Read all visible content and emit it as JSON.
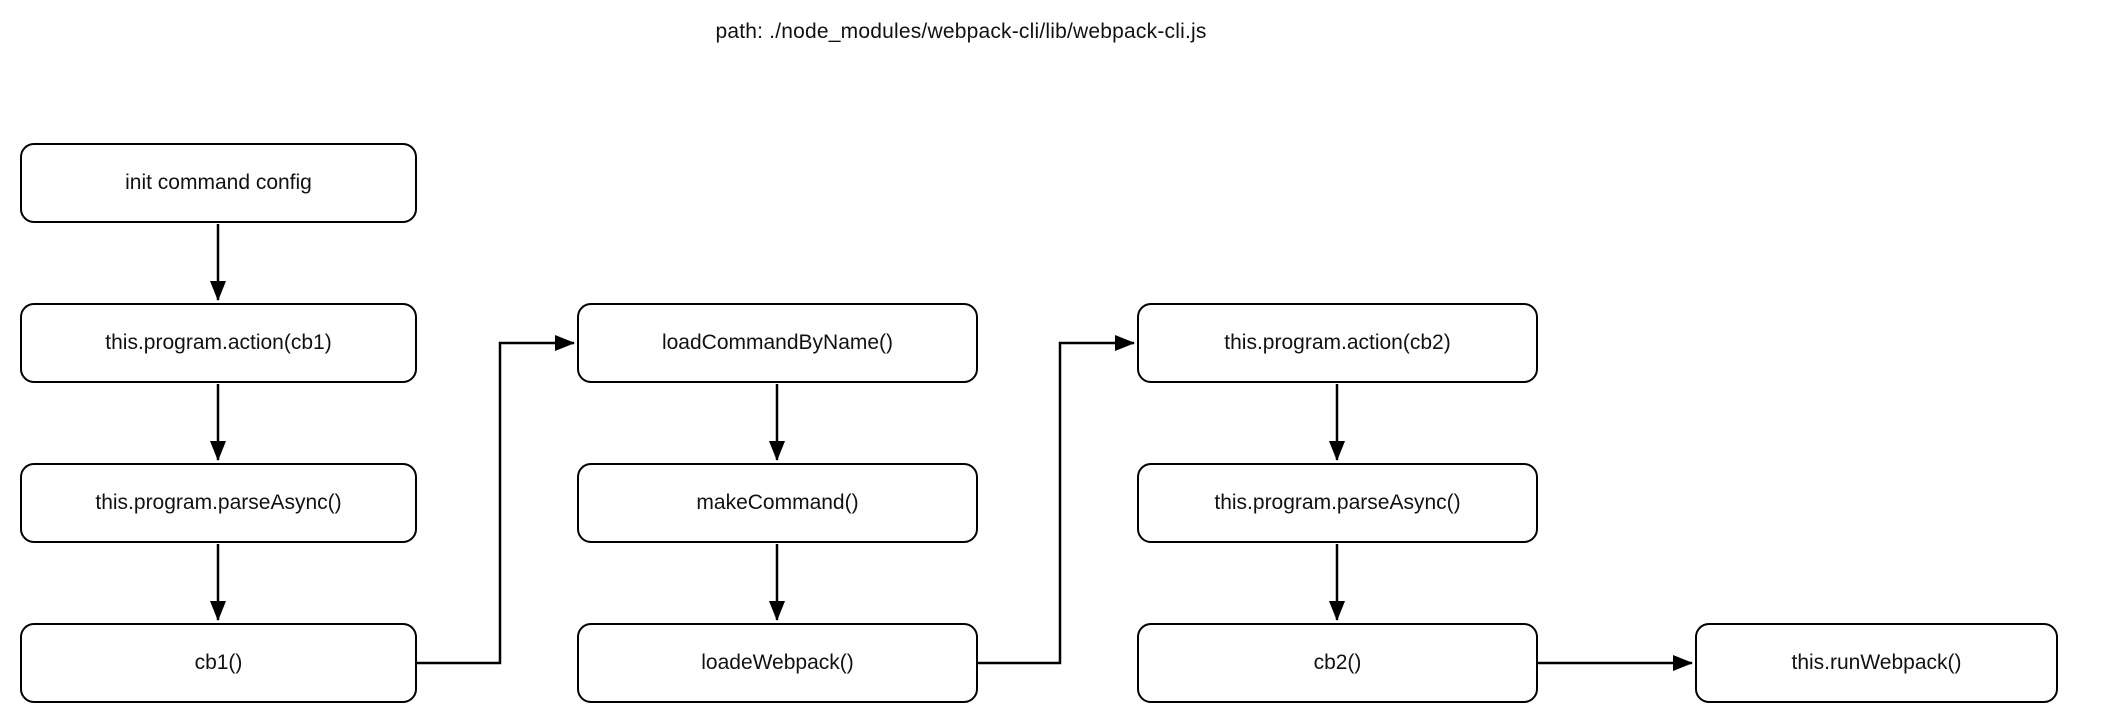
{
  "title": "path: ./node_modules/webpack-cli/lib/webpack-cli.js",
  "colors": {
    "background": "#ffffff",
    "node_fill": "#ffffff",
    "stroke": "#000000",
    "text": "#111111"
  },
  "diagram": {
    "type": "flowchart",
    "nodes": [
      {
        "id": "init-command-config",
        "label": "init command config",
        "column": 1,
        "row": 1
      },
      {
        "id": "program-action-cb1",
        "label": "this.program.action(cb1)",
        "column": 1,
        "row": 2
      },
      {
        "id": "program-parse-async-1",
        "label": "this.program.parseAsync()",
        "column": 1,
        "row": 3
      },
      {
        "id": "cb1",
        "label": "cb1()",
        "column": 1,
        "row": 4
      },
      {
        "id": "load-command-by-name",
        "label": "loadCommandByName()",
        "column": 2,
        "row": 2
      },
      {
        "id": "make-command",
        "label": "makeCommand()",
        "column": 2,
        "row": 3
      },
      {
        "id": "loade-webpack",
        "label": "loadeWebpack()",
        "column": 2,
        "row": 4
      },
      {
        "id": "program-action-cb2",
        "label": "this.program.action(cb2)",
        "column": 3,
        "row": 2
      },
      {
        "id": "program-parse-async-2",
        "label": "this.program.parseAsync()",
        "column": 3,
        "row": 3
      },
      {
        "id": "cb2",
        "label": "cb2()",
        "column": 3,
        "row": 4
      },
      {
        "id": "run-webpack",
        "label": "this.runWebpack()",
        "column": 4,
        "row": 4
      }
    ],
    "edges": [
      {
        "from": "init-command-config",
        "to": "program-action-cb1",
        "style": "straight-down"
      },
      {
        "from": "program-action-cb1",
        "to": "program-parse-async-1",
        "style": "straight-down"
      },
      {
        "from": "program-parse-async-1",
        "to": "cb1",
        "style": "straight-down"
      },
      {
        "from": "cb1",
        "to": "load-command-by-name",
        "style": "elbow-right-up-right"
      },
      {
        "from": "load-command-by-name",
        "to": "make-command",
        "style": "straight-down"
      },
      {
        "from": "make-command",
        "to": "loade-webpack",
        "style": "straight-down"
      },
      {
        "from": "loade-webpack",
        "to": "program-action-cb2",
        "style": "elbow-right-up-right"
      },
      {
        "from": "program-action-cb2",
        "to": "program-parse-async-2",
        "style": "straight-down"
      },
      {
        "from": "program-parse-async-2",
        "to": "cb2",
        "style": "straight-down"
      },
      {
        "from": "cb2",
        "to": "run-webpack",
        "style": "straight-right"
      }
    ]
  }
}
